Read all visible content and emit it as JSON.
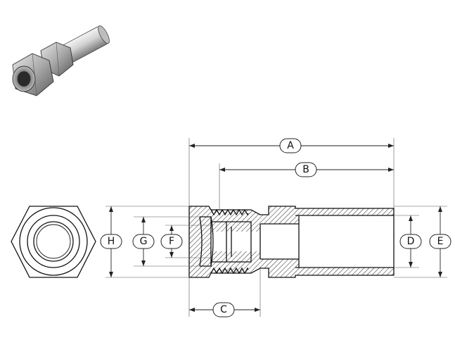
{
  "dimensions": {
    "a": "A",
    "b": "B",
    "c": "C",
    "d": "D",
    "e": "E",
    "f": "F",
    "g": "G",
    "h": "H"
  },
  "colors": {
    "hatch": "#333333",
    "line": "#111111",
    "metal_light": "#e6e6e6",
    "metal_dark": "#6a6a6a"
  }
}
